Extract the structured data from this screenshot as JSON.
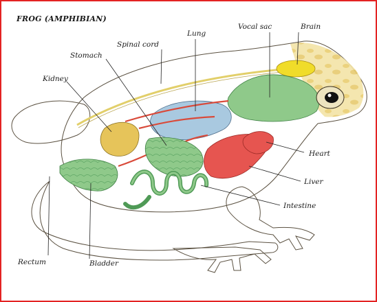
{
  "title": "FROG (AMPHIBIAN)",
  "labels": {
    "spinal_cord": "Spinal cord",
    "lung": "Lung",
    "vocal_sac": "Vocal sac",
    "brain": "Brain",
    "stomach": "Stomach",
    "kidney": "Kidney",
    "heart": "Heart",
    "liver": "Liver",
    "intestine": "Intestine",
    "rectum": "Rectum",
    "bladder": "Bladder"
  },
  "colors": {
    "border": "#e32222",
    "skin": "#f3e3a6",
    "skin_spots": "#e0b94a",
    "organs_green": "#8fc98a",
    "organs_green_dark": "#4f9a56",
    "lung": "#a9c9e0",
    "heart_liver": "#e65550",
    "brain": "#f0dc2a"
  }
}
